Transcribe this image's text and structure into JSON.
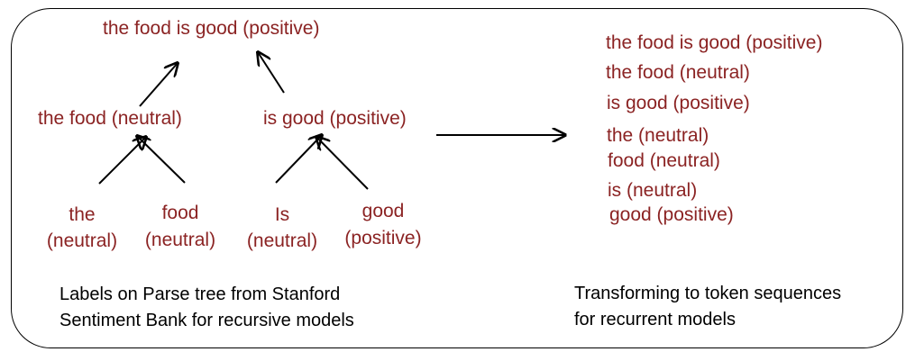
{
  "tree": {
    "root": "the food is good (positive)",
    "left_phrase": "the food (neutral)",
    "right_phrase": "is good (positive)",
    "leaves": [
      {
        "word": "the",
        "label": "(neutral)"
      },
      {
        "word": "food",
        "label": "(neutral)"
      },
      {
        "word": "Is",
        "label": "(neutral)"
      },
      {
        "word": "good",
        "label": "(positive)"
      }
    ],
    "caption_line1": "Labels on Parse tree from Stanford",
    "caption_line2": "Sentiment Bank for recursive models"
  },
  "sequences": {
    "items": [
      "the food is good (positive)",
      "the food (neutral)",
      "is good (positive)",
      "the (neutral)",
      "food (neutral)",
      "is (neutral)",
      "good (positive)"
    ],
    "caption_line1": "Transforming to token sequences",
    "caption_line2": "for recurrent models"
  },
  "colors": {
    "label_text": "#8b2323",
    "caption_text": "#000000",
    "lines": "#000000"
  }
}
